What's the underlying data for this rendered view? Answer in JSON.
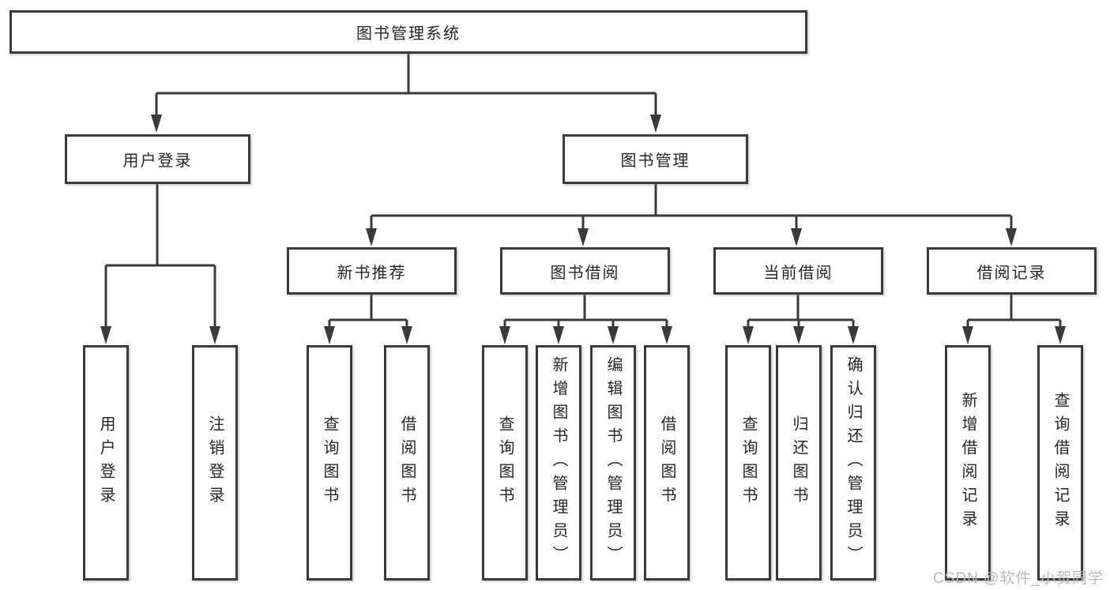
{
  "nodes": {
    "root": "图书管理系统",
    "level1": [
      "用户登录",
      "图书管理"
    ],
    "level2": [
      "新书推荐",
      "图书借阅",
      "当前借阅",
      "借阅记录"
    ],
    "leaves": {
      "user_login": [
        "用户登录",
        "注销登录"
      ],
      "new_books": [
        "查询图书",
        "借阅图书"
      ],
      "book_borrow": [
        "查询图书",
        "新增图书（管理员）",
        "编辑图书（管理员）",
        "借阅图书"
      ],
      "current_borrow": [
        "查询图书",
        "归还图书",
        "确认归还（管理员）"
      ],
      "borrow_records": [
        "新增借阅记录",
        "查询借阅记录"
      ]
    }
  },
  "watermark": "CSDN @软件_小贺同学",
  "colors": {
    "line": "#3a3a3a",
    "text": "#262626",
    "watermark": "#b9b9b9"
  }
}
